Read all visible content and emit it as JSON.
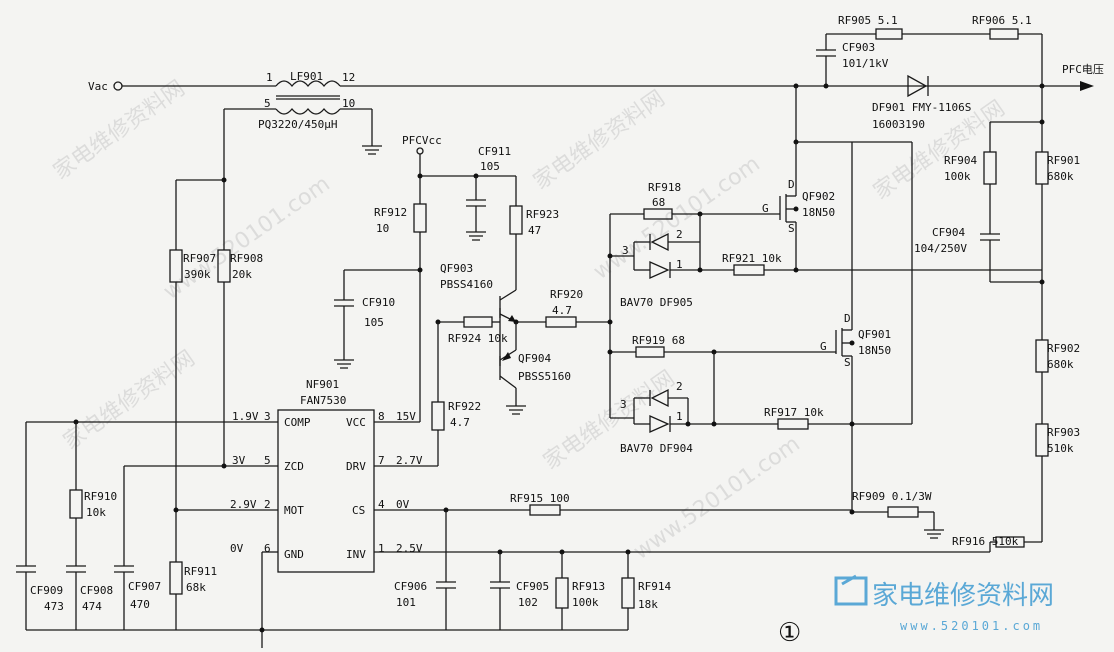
{
  "nets": {
    "vac": "Vac",
    "pfc_out": "PFC电压",
    "pfcvcc": "PFCVcc"
  },
  "lf901": {
    "ref": "LF901",
    "p1": "1",
    "p12": "12",
    "p5": "5",
    "p10": "10",
    "value": "PQ3220/450μH"
  },
  "rf905": "RF905 5.1",
  "rf906": "RF906 5.1",
  "cf903": {
    "ref": "CF903",
    "value": "101/1kV"
  },
  "df901": {
    "ref": "DF901 FMY-1106S",
    "code": "16003190"
  },
  "rf904": {
    "ref": "RF904",
    "value": "100k"
  },
  "rf901": {
    "ref": "RF901",
    "value": "680k"
  },
  "cf904": {
    "ref": "CF904",
    "value": "104/250V"
  },
  "rf902": {
    "ref": "RF902",
    "value": "680k"
  },
  "rf903": {
    "ref": "RF903",
    "value": "510k"
  },
  "rf916": "RF916 510k",
  "rf909": "RF909 0.1/3W",
  "cf911": {
    "ref": "CF911",
    "value": "105"
  },
  "rf912": {
    "ref": "RF912",
    "value": "10"
  },
  "rf923": {
    "ref": "RF923",
    "value": "47"
  },
  "cf910": {
    "ref": "CF910",
    "value": "105"
  },
  "qf903": {
    "ref": "QF903",
    "value": "PBSS4160"
  },
  "qf904": {
    "ref": "QF904",
    "value": "PBSS5160"
  },
  "rf924": "RF924 10k",
  "rf920": {
    "ref": "RF920",
    "value": "4.7"
  },
  "rf922": {
    "ref": "RF922",
    "value": "4.7"
  },
  "rf918": {
    "ref": "RF918",
    "value": "68"
  },
  "rf919": "RF919 68",
  "rf921": "RF921 10k",
  "rf917": "RF917 10k",
  "df905": "BAV70 DF905",
  "df904": "BAV70 DF904",
  "qf902": {
    "ref": "QF902",
    "value": "18N50"
  },
  "qf901": {
    "ref": "QF901",
    "value": "18N50"
  },
  "mos_pins": {
    "g": "G",
    "d": "D",
    "s": "S"
  },
  "diode_pins": {
    "p1": "1",
    "p2": "2",
    "p3": "3"
  },
  "rf907": {
    "ref": "RF907",
    "value": "390k"
  },
  "rf908": {
    "ref": "RF908",
    "value": "20k"
  },
  "nf901": {
    "ref": "NF901",
    "value": "FAN7530"
  },
  "ic_pins": {
    "comp": "COMP",
    "zcd": "ZCD",
    "mot": "MOT",
    "gnd": "GND",
    "vcc": "VCC",
    "drv": "DRV",
    "cs": "CS",
    "inv": "INV"
  },
  "ic_nums": {
    "n1": "1",
    "n2": "2",
    "n3": "3",
    "n4": "4",
    "n5": "5",
    "n6": "6",
    "n7": "7",
    "n8": "8"
  },
  "ic_volts": {
    "comp": "1.9V",
    "zcd": "3V",
    "mot": "2.9V",
    "gnd": "0V",
    "vcc": "15V",
    "drv": "2.7V",
    "cs": "0V",
    "inv": "2.5V"
  },
  "rf915": "RF915 100",
  "rf910": {
    "ref": "RF910",
    "value": "10k"
  },
  "rf911": {
    "ref": "RF911",
    "value": "68k"
  },
  "cf909": {
    "ref": "CF909",
    "value": "473"
  },
  "cf908": {
    "ref": "CF908",
    "value": "474"
  },
  "cf907": {
    "ref": "CF907",
    "value": "470"
  },
  "cf906": {
    "ref": "CF906",
    "value": "101"
  },
  "cf905": {
    "ref": "CF905",
    "value": "102"
  },
  "rf913": {
    "ref": "RF913",
    "value": "100k"
  },
  "rf914": {
    "ref": "RF914",
    "value": "18k"
  },
  "figure_no": "①",
  "watermark": {
    "cn": "家电维修资料网",
    "url": "www.520101.com",
    "logo_cn": "家电维修资料网",
    "logo_url": "www.520101.com"
  },
  "colors": {
    "ink": "#1a1a1a",
    "logo": "#5aa8d6",
    "watermark": "#c9c9c9"
  }
}
